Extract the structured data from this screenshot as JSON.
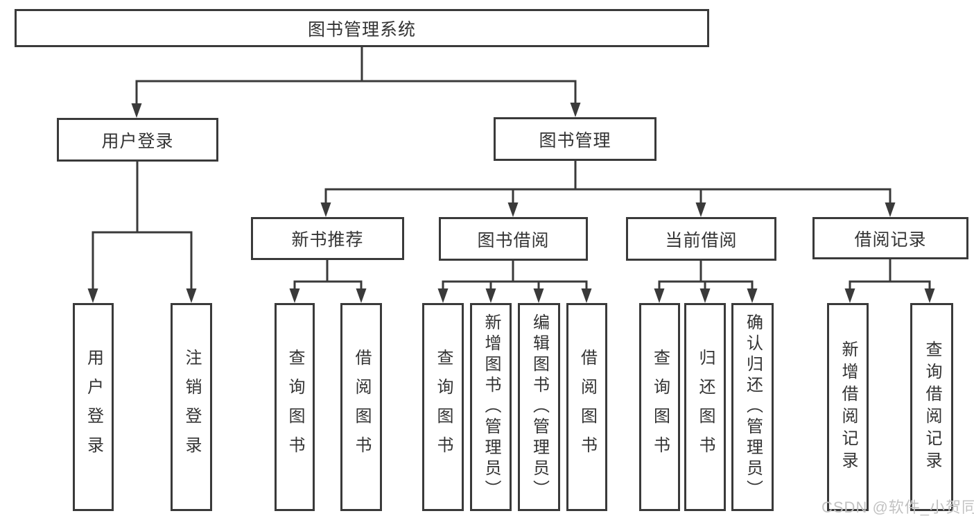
{
  "diagram_title": "图书管理系统",
  "colors": {
    "line": "#3a3a3a",
    "box_border": "#3a3a3a",
    "box_fill": "#ffffff",
    "text": "#333333",
    "background": "#ffffff",
    "watermark": "#c2c2c2"
  },
  "nodes": {
    "root": "图书管理系统",
    "user_login": "用户登录",
    "book_mgmt": "图书管理",
    "new_book_rec": "新书推荐",
    "book_borrow": "图书借阅",
    "current_borrow": "当前借阅",
    "borrow_record": "借阅记录",
    "leaf_user_login": "用户登录",
    "leaf_logout": "注销登录",
    "leaf_rec_query": "查询图书",
    "leaf_rec_borrow": "借阅图书",
    "leaf_bb_query": "查询图书",
    "leaf_bb_add": "新增图书（管理员）",
    "leaf_bb_edit": "编辑图书（管理员）",
    "leaf_bb_borrow": "借阅图书",
    "leaf_cb_query": "查询图书",
    "leaf_cb_return": "归还图书",
    "leaf_cb_confirm": "确认归还（管理员）",
    "leaf_br_add": "新增借阅记录",
    "leaf_br_query": "查询借阅记录"
  },
  "hierarchy": {
    "图书管理系统": [
      "用户登录",
      "图书管理"
    ],
    "用户登录": [
      "用户登录",
      "注销登录"
    ],
    "图书管理": [
      "新书推荐",
      "图书借阅",
      "当前借阅",
      "借阅记录"
    ],
    "新书推荐": [
      "查询图书",
      "借阅图书"
    ],
    "图书借阅": [
      "查询图书",
      "新增图书（管理员）",
      "编辑图书（管理员）",
      "借阅图书"
    ],
    "当前借阅": [
      "查询图书",
      "归还图书",
      "确认归还（管理员）"
    ],
    "借阅记录": [
      "新增借阅记录",
      "查询借阅记录"
    ]
  },
  "watermark": {
    "text": "CSDN @软件_小贺同学"
  }
}
